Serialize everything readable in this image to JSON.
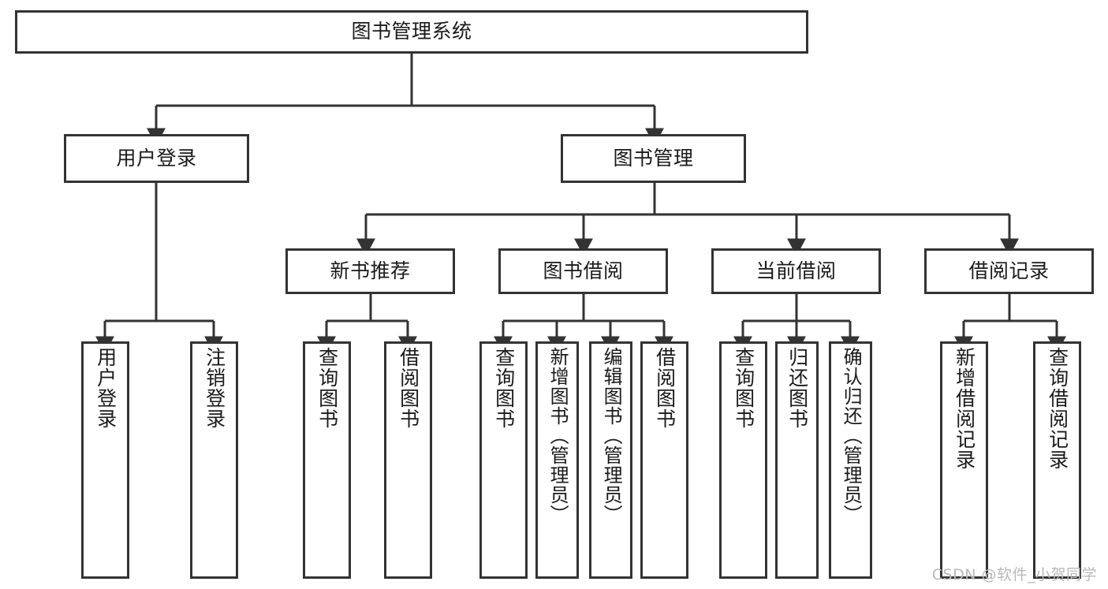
{
  "diagram": {
    "title": "图书管理系统",
    "type": "tree-hierarchy-chart",
    "root": {
      "id": "root",
      "label": "图书管理系统"
    },
    "level2": [
      {
        "id": "user-login",
        "label": "用户登录"
      },
      {
        "id": "book-manage",
        "label": "图书管理"
      }
    ],
    "level3": [
      {
        "id": "new-book-recommend",
        "label": "新书推荐"
      },
      {
        "id": "book-borrow",
        "label": "图书借阅"
      },
      {
        "id": "current-borrow",
        "label": "当前借阅"
      },
      {
        "id": "borrow-record",
        "label": "借阅记录"
      }
    ],
    "leaves": [
      {
        "id": "leaf-user-login",
        "label": "用户登录",
        "parent": "user-login"
      },
      {
        "id": "leaf-user-logout",
        "label": "注销登录",
        "parent": "user-login"
      },
      {
        "id": "leaf-query-book-1",
        "label": "查询图书",
        "parent": "new-book-recommend"
      },
      {
        "id": "leaf-borrow-book-1",
        "label": "借阅图书",
        "parent": "new-book-recommend"
      },
      {
        "id": "leaf-query-book-2",
        "label": "查询图书",
        "parent": "book-borrow"
      },
      {
        "id": "leaf-add-book",
        "label": "新增图书（管理员）",
        "parent": "book-borrow"
      },
      {
        "id": "leaf-edit-book",
        "label": "编辑图书（管理员）",
        "parent": "book-borrow"
      },
      {
        "id": "leaf-borrow-book-2",
        "label": "借阅图书",
        "parent": "book-borrow"
      },
      {
        "id": "leaf-query-book-3",
        "label": "查询图书",
        "parent": "current-borrow"
      },
      {
        "id": "leaf-return-book",
        "label": "归还图书",
        "parent": "current-borrow"
      },
      {
        "id": "leaf-confirm-return",
        "label": "确认归还（管理员）",
        "parent": "current-borrow"
      },
      {
        "id": "leaf-add-record",
        "label": "新增借阅记录",
        "parent": "borrow-record"
      },
      {
        "id": "leaf-query-record",
        "label": "查询借阅记录",
        "parent": "borrow-record"
      }
    ],
    "watermark": "CSDN @软件_小贺同学",
    "colors": {
      "border": "#333333",
      "background": "#ffffff",
      "text": "#1a1a1a",
      "watermark": "#b8b8b8"
    }
  }
}
